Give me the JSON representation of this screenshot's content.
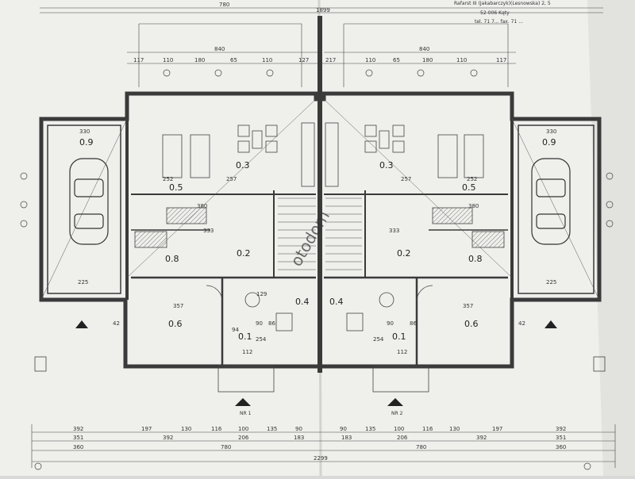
{
  "header_lines": [
    "Rafarst III (Jakabarczyk)(Lesnowska) 2, 5",
    "52-006 Kąty",
    "tel. 71 7... fax. 71 ..."
  ],
  "watermark": "otodom",
  "top_dims": {
    "total": "780",
    "overall": "1899",
    "row_inner": [
      "840",
      "840"
    ],
    "row_left": [
      "117",
      "110",
      "180",
      "65",
      "110",
      "127"
    ],
    "row_right": [
      "217",
      "110",
      "65",
      "180",
      "110",
      "117"
    ]
  },
  "bottom_dims": {
    "row1": [
      "392",
      "197",
      "130",
      "116",
      "100",
      "135",
      "90",
      "90",
      "135",
      "100",
      "116",
      "130",
      "197",
      "392"
    ],
    "row2": [
      "351",
      "392",
      "206",
      "183",
      "183",
      "206",
      "392",
      "351"
    ],
    "row3_left": "780",
    "row3_right": "780",
    "row3_outer": [
      "360",
      "360"
    ],
    "total": "2299"
  },
  "rooms": [
    {
      "id": "garage-left",
      "label": "0.9"
    },
    {
      "id": "garage-right",
      "label": "0.9"
    },
    {
      "id": "living-left",
      "label": "0.3"
    },
    {
      "id": "living-right",
      "label": "0.3"
    },
    {
      "id": "hall-left",
      "label": "0.5"
    },
    {
      "id": "hall-right",
      "label": "0.5"
    },
    {
      "id": "stair-left",
      "label": "0.2"
    },
    {
      "id": "stair-right",
      "label": "0.2"
    },
    {
      "id": "small-left",
      "label": "0.8"
    },
    {
      "id": "small-right",
      "label": "0.8"
    },
    {
      "id": "room-left",
      "label": "0.6"
    },
    {
      "id": "room-right",
      "label": "0.6"
    },
    {
      "id": "wc-left",
      "label": "0.4"
    },
    {
      "id": "wc-right",
      "label": "0.4"
    },
    {
      "id": "entry-left",
      "label": "0.1"
    },
    {
      "id": "entry-right",
      "label": "0.1"
    }
  ],
  "room_dims": [
    "330",
    "330",
    "252",
    "252",
    "333",
    "333",
    "257",
    "257",
    "357",
    "357",
    "225",
    "225",
    "129",
    "254",
    "254",
    "112",
    "112",
    "94",
    "90",
    "90",
    "86",
    "86",
    "42",
    "42",
    "380",
    "380"
  ],
  "entrances": [
    "NR 1",
    "NR 2"
  ],
  "colors": {
    "paper": "#f2f2f0",
    "ink": "#2b2b2b",
    "wall": "#555555",
    "shadow": "#cfcfcc"
  }
}
